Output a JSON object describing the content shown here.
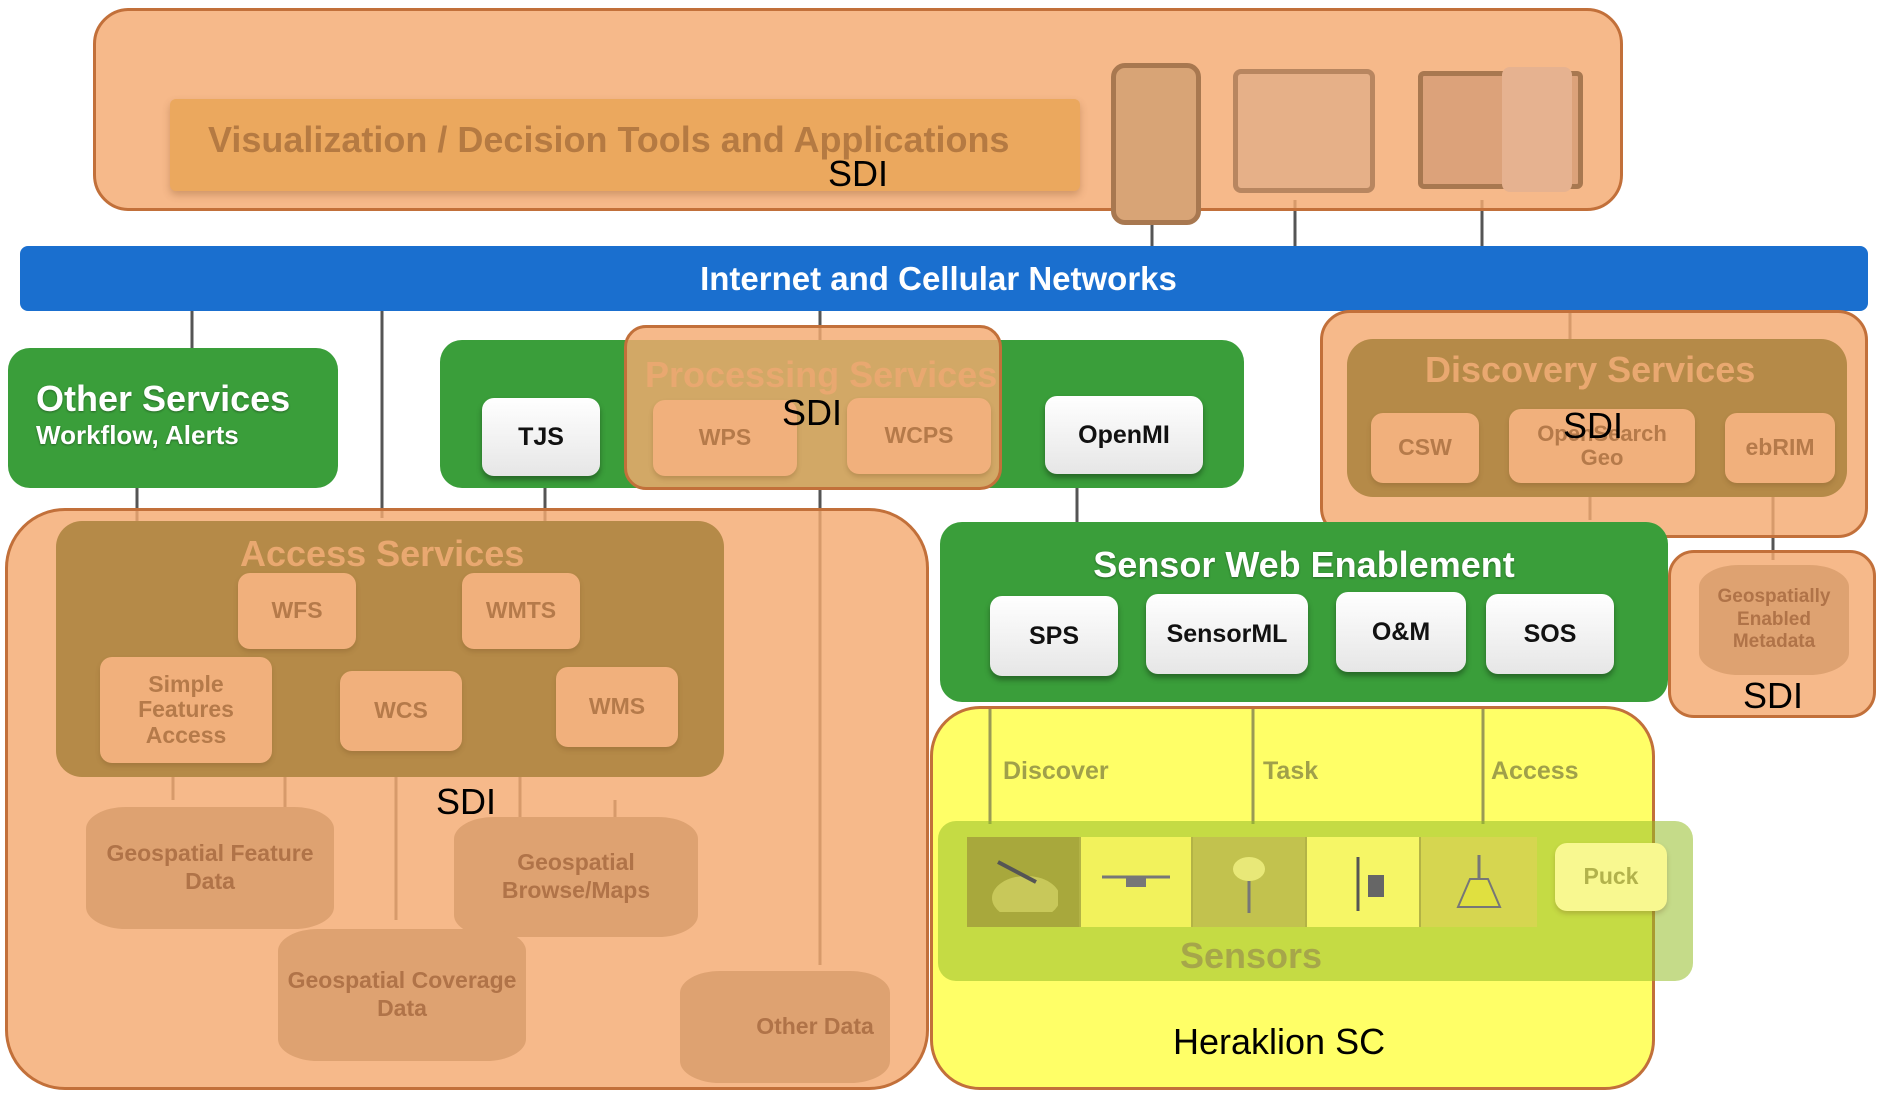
{
  "top": {
    "app_bar": "Visualization / Decision Tools and Applications"
  },
  "network": {
    "label": "Internet and Cellular Networks"
  },
  "other_services": {
    "title": "Other Services",
    "subtitle": "Workflow, Alerts"
  },
  "processing": {
    "title": "Processing Services",
    "tjs": "TJS",
    "wps": "WPS",
    "wcps": "WCPS",
    "openmi": "OpenMI"
  },
  "discovery": {
    "title": "Discovery Services",
    "csw": "CSW",
    "opensearch": "OpenSearch Geo",
    "ebrim": "ebRIM"
  },
  "metadata": {
    "label": "Geospatially Enabled Metadata"
  },
  "access": {
    "title": "Access Services",
    "wfs": "WFS",
    "wmts": "WMTS",
    "sfa": "Simple Features Access",
    "wcs": "WCS",
    "wms": "WMS"
  },
  "data": {
    "feature": "Geospatial Feature Data",
    "browse": "Geospatial Browse/Maps",
    "coverage": "Geospatial Coverage Data",
    "other": "Other Data"
  },
  "swe": {
    "title": "Sensor  Web Enablement",
    "sps": "SPS",
    "sensorml": "SensorML",
    "om": "O&M",
    "sos": "SOS"
  },
  "sensors": {
    "discover": "Discover",
    "task": "Task",
    "access": "Access",
    "puck": "Puck",
    "title": "Sensors"
  },
  "overlays": {
    "sdi": "SDI",
    "heraklion": "Heraklion SC"
  },
  "colors": {
    "green": "#3a9e3a",
    "blue": "#1a6fcf",
    "overlay_orange": "#f4aa70",
    "overlay_yellow": "#ffff3c",
    "overlay_border": "#c2703a"
  }
}
